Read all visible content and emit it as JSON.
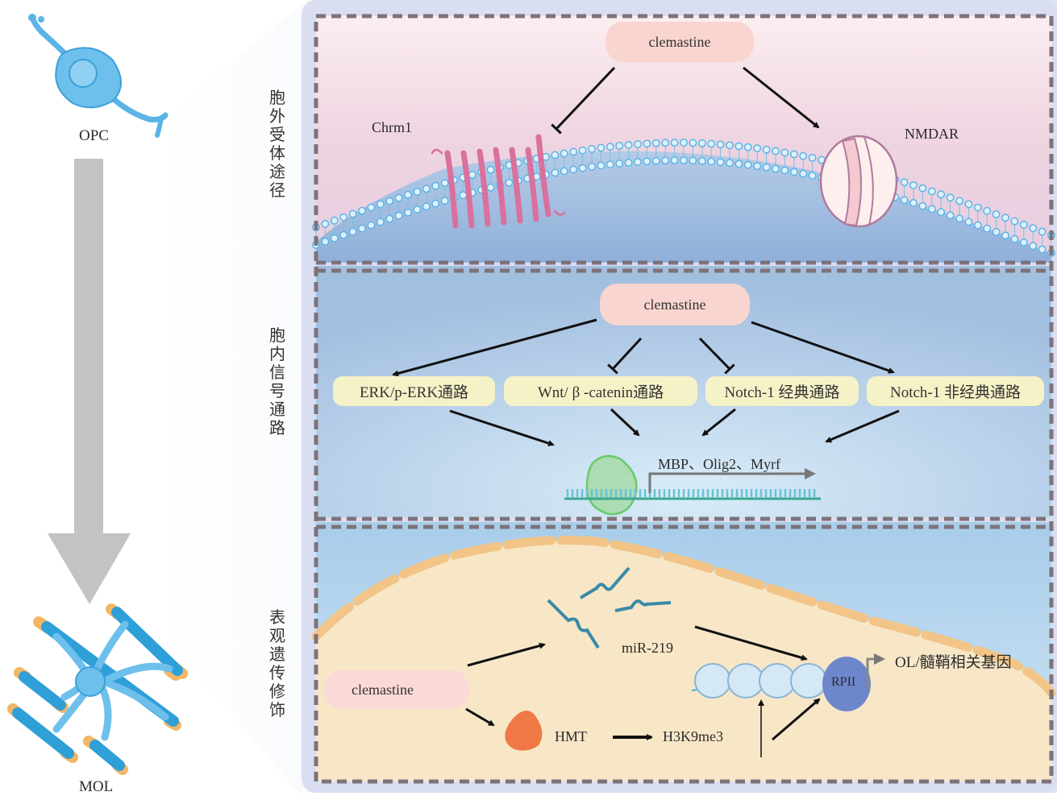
{
  "left_panel": {
    "start_cell": "OPC",
    "end_cell": "MOL"
  },
  "sections": [
    {
      "title": "胞外受体途径",
      "drug": "clemastine",
      "targets": [
        {
          "name": "Chrm1",
          "effect": "inhibit"
        },
        {
          "name": "NMDAR",
          "effect": "activate"
        }
      ]
    },
    {
      "title": "胞内信号通路",
      "drug": "clemastine",
      "pathways": [
        {
          "name": "ERK/p-ERK通路",
          "effect": "activate"
        },
        {
          "name": "Wnt/ β -catenin通路",
          "effect": "inhibit"
        },
        {
          "name": "Notch-1 经典通路",
          "effect": "inhibit"
        },
        {
          "name": "Notch-1 非经典通路",
          "effect": "activate"
        }
      ],
      "genes": "MBP、Olig2、Myrf"
    },
    {
      "title": "表观遗传修饰",
      "drug": "clemastine",
      "mirna": "miR-219",
      "enzyme": "HMT",
      "mark": "H3K9me3",
      "polymerase": "RPII",
      "output_genes": "OL/髓鞘相关基因"
    }
  ],
  "colors": {
    "opc_blue": "#5ab4e6",
    "mol_blue": "#2f9fd8",
    "myelin_tip": "#f2b766",
    "drug_pill": "#f9d5cf",
    "pathway_box": "#f6f2c7",
    "chrm1": "#d9709e",
    "rpii": "#6e86cc",
    "hmt": "#f07845",
    "nucleus": "#f7e6c4",
    "dash_border": "#7d7379"
  }
}
